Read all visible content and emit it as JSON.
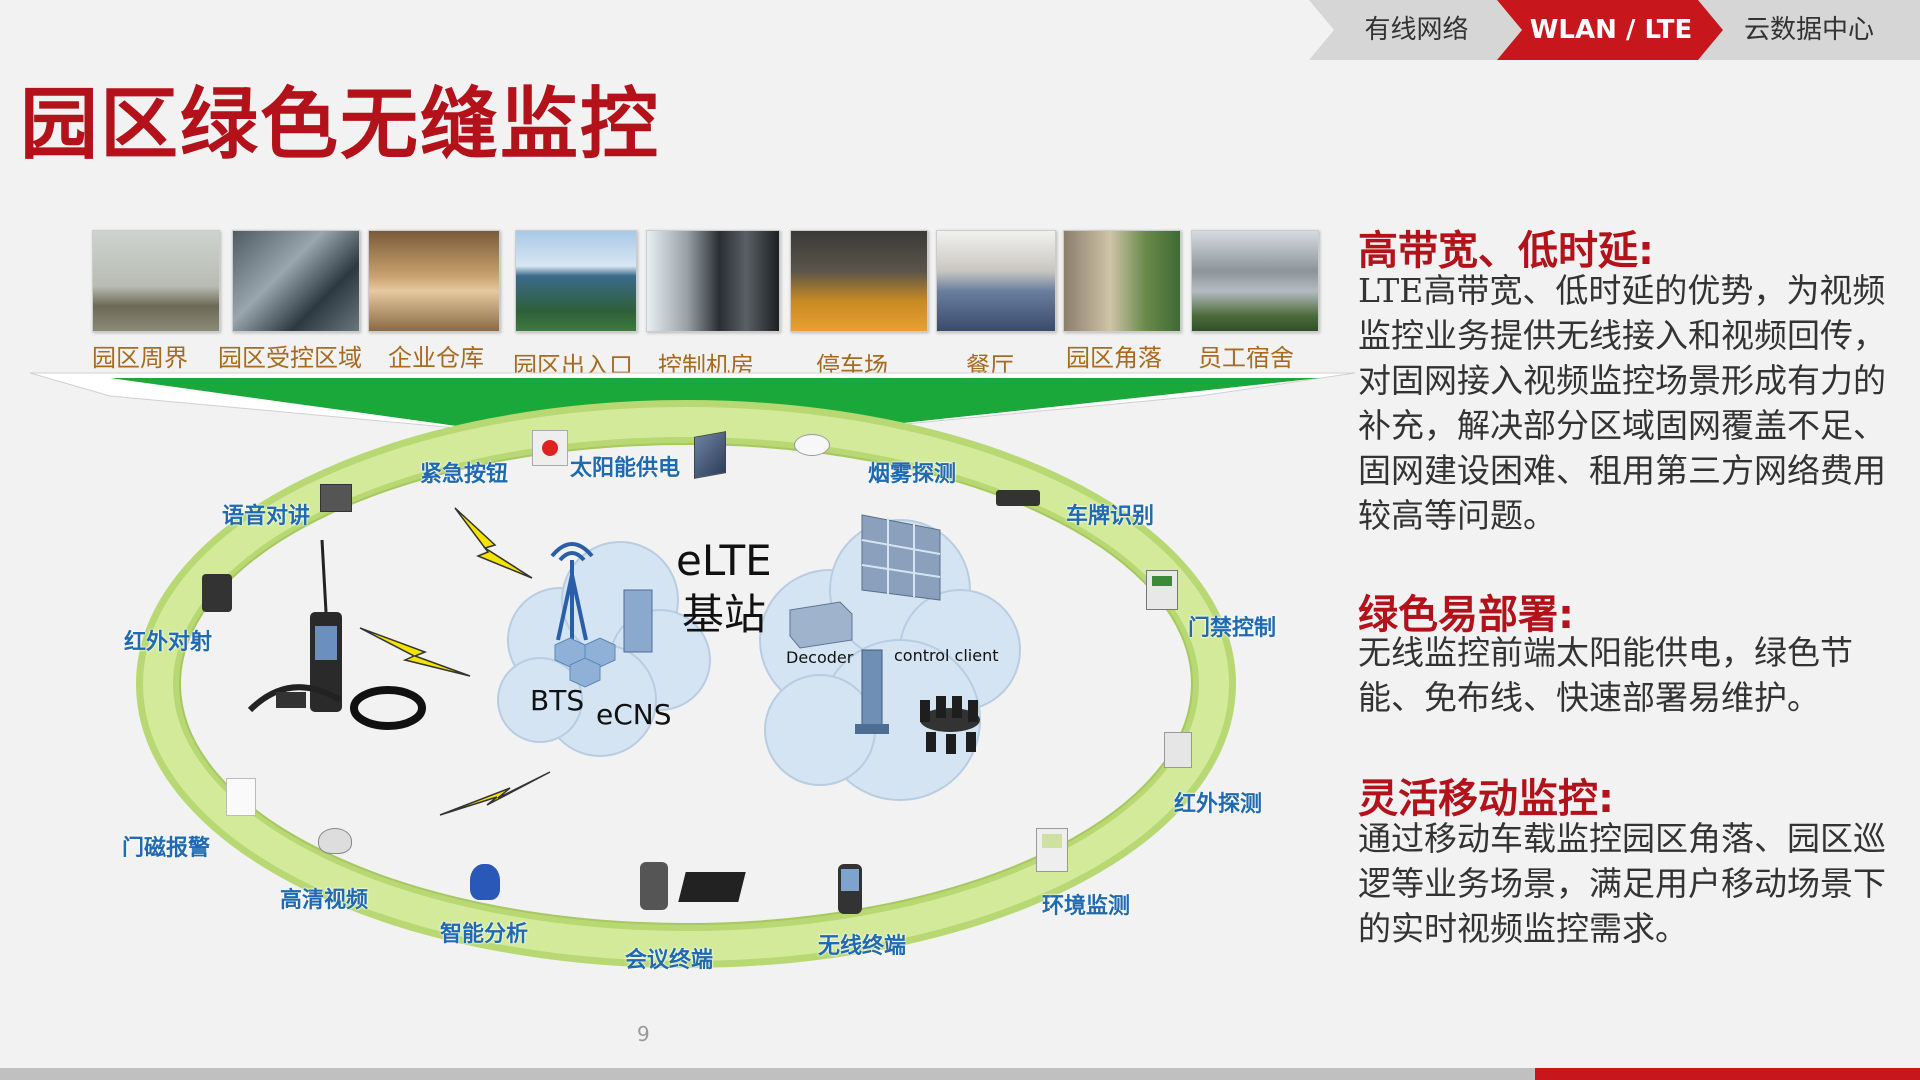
{
  "nav": {
    "items": [
      "有线网络",
      "WLAN / LTE",
      "云数据中心"
    ],
    "active": "WLAN / LTE"
  },
  "page_title": "园区绿色无缝监控",
  "scenes": [
    "园区周界",
    "园区受控区域",
    "企业仓库",
    "园区出入口",
    "控制机房",
    "停车场",
    "餐厅",
    "园区角落",
    "员工宿舍"
  ],
  "diagram": {
    "center_title_line1": "eLTE",
    "center_title_line2": "基站",
    "bts": "BTS",
    "ecns": "eCNS",
    "decoder": "Decoder",
    "control_client": "control client",
    "devices": [
      "紧急按钮",
      "太阳能供电",
      "烟雾探测",
      "语音对讲",
      "车牌识别",
      "门禁控制",
      "红外对射",
      "红外探测",
      "门磁报警",
      "高清视频",
      "智能分析",
      "会议终端",
      "无线终端",
      "环境监测"
    ]
  },
  "features": [
    {
      "heading": "高带宽、低时延:",
      "body": "LTE高带宽、低时延的优势，为视频监控业务提供无线接入和视频回传，对固网接入视频监控场景形成有力的补充，解决部分区域固网覆盖不足、固网建设困难、租用第三方网络费用较高等问题。"
    },
    {
      "heading": "绿色易部署:",
      "body": "无线监控前端太阳能供电，绿色节能、免布线、快速部署易维护。"
    },
    {
      "heading": "灵活移动监控:",
      "body": "通过移动车载监控园区角落、园区巡逻等业务场景，满足用户移动场景下的实时视频监控需求。"
    }
  ],
  "page_number": "9",
  "colors": {
    "brand_red": "#c8161d",
    "title_red": "#b3121a",
    "device_label_blue": "#1f6ab0",
    "ring_green": "#c9e58a",
    "beam_green": "#1aa83a"
  }
}
